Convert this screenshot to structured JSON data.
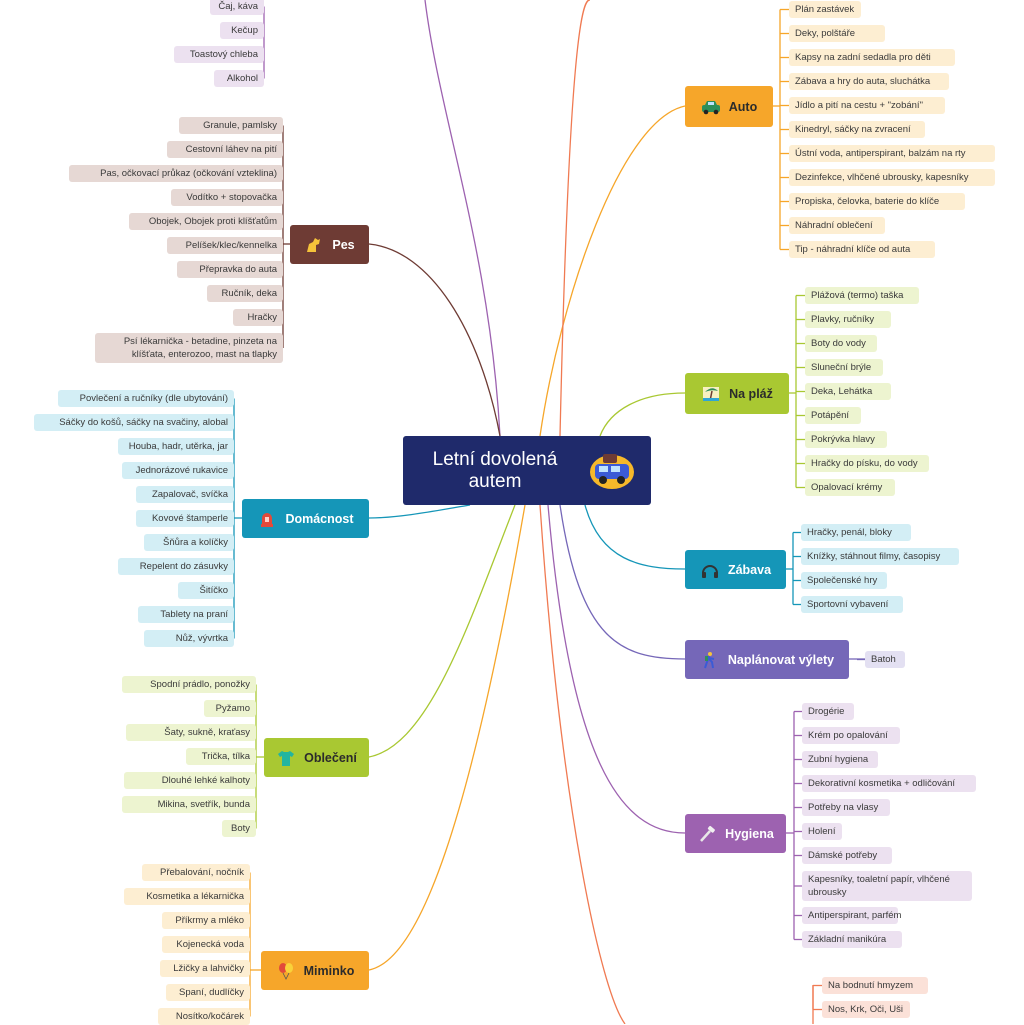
{
  "center": {
    "title": "Letní dovolená autem",
    "icon": "car-luggage-icon"
  },
  "branches": {
    "pes": {
      "label": "Pes",
      "color": "#6e3b34",
      "icon": "dog-icon",
      "items": [
        "Granule, pamlsky",
        "Cestovní láhev na pití",
        "Pas, očkovací průkaz (očkování vzteklina)",
        "Vodítko + stopovačka",
        "Obojek, Obojek proti klíšťatům",
        "Pelíšek/klec/kennelka",
        "Přepravka do auta",
        "Ručník, deka",
        "Hračky",
        "Psí lékarnička - betadine, pinzeta na klíšťata, enterozoo, mast na tlapky"
      ]
    },
    "domacnost": {
      "label": "Domácnost",
      "color": "#1596b8",
      "icon": "siren-icon",
      "items": [
        "Povlečení a ručníky (dle ubytování)",
        "Sáčky do košů, sáčky na svačiny, alobal",
        "Houba, hadr, utěrka, jar",
        "Jednorázové rukavice",
        "Zapalovač, svíčka",
        "Kovové štamperle",
        "Šňůra a kolíčky",
        "Repelent do zásuvky",
        "Šitíčko",
        "Tablety na praní",
        "Nůž, vývrtka"
      ]
    },
    "obleceni": {
      "label": "Oblečení",
      "color": "#a9c832",
      "icon": "tshirt-icon",
      "items": [
        "Spodní prádlo, ponožky",
        "Pyžamo",
        "Šaty, sukně, kraťasy",
        "Trička, tílka",
        "Dlouhé lehké kalhoty",
        "Mikina, svetřík, bunda",
        "Boty"
      ]
    },
    "miminko": {
      "label": "Miminko",
      "color": "#f6a62a",
      "icon": "balloons-icon",
      "items": [
        "Přebalování, nočník",
        "Kosmetika a lékarnička",
        "Příkrmy a mléko",
        "Kojenecká voda",
        "Lžičky a lahvičky",
        "Spaní, dudlíčky",
        "Nosítko/kočárek"
      ]
    },
    "jidlo": {
      "items": [
        "Čaj, káva",
        "Kečup",
        "Toastový chleba",
        "Alkohol"
      ]
    },
    "auto": {
      "label": "Auto",
      "color": "#f6a62a",
      "icon": "car-icon",
      "items": [
        "Plán zastávek",
        "Deky, polštáře",
        "Kapsy na zadní sedadla pro děti",
        "Zábava a hry do auta, sluchátka",
        "Jídlo a pití na cestu + \"zobání\"",
        "Kinedryl, sáčky na zvracení",
        "Ústní voda, antiperspirant, balzám na rty",
        "Dezinfekce, vlhčené ubrousky, kapesníky",
        "Propiska, čelovka, baterie do klíče",
        "Náhradní oblečení",
        "Tip - náhradní klíče od auta"
      ]
    },
    "plaz": {
      "label": "Na pláž",
      "color": "#a9c832",
      "icon": "beach-icon",
      "items": [
        "Plážová (termo) taška",
        "Plavky, ručníky",
        "Boty do vody",
        "Sluneční brýle",
        "Deka, Lehátka",
        "Potápění",
        "Pokrývka hlavy",
        "Hračky do písku, do vody",
        "Opalovací krémy"
      ]
    },
    "zabava": {
      "label": "Zábava",
      "color": "#1596b8",
      "icon": "headphones-icon",
      "items": [
        "Hračky, penál, bloky",
        "Knížky, stáhnout filmy, časopisy",
        "Společenské hry",
        "Sportovní vybavení"
      ]
    },
    "vylety": {
      "label": "Naplánovat výlety",
      "color": "#7567b8",
      "icon": "hiker-icon",
      "items": [
        "Batoh"
      ]
    },
    "hygiena": {
      "label": "Hygiena",
      "color": "#9d62b0",
      "icon": "razor-icon",
      "items": [
        "Drogérie",
        "Krém po opalování",
        "Zubní hygiena",
        "Dekorativní kosmetika + odličování",
        "Potřeby na vlasy",
        "Holení",
        "Dámské potřeby",
        "Kapesníky, toaletní papír, vlhčené ubrousky",
        "Antiperspirant, parfém",
        "Základní manikúra"
      ]
    },
    "zdravi": {
      "items": [
        "Na bodnutí hmyzem",
        "Nos, Krk, Oči, Uši"
      ]
    }
  },
  "colors": {
    "brown_light": "#e6d8d4",
    "teal_light": "#d3eef5",
    "green_light": "#edf4d0",
    "orange_light": "#fdeed2",
    "purple_light": "#ece1f0",
    "lavender_light": "#e3e0f2",
    "red_light": "#fbe1d8",
    "red_line": "#f07a52"
  }
}
